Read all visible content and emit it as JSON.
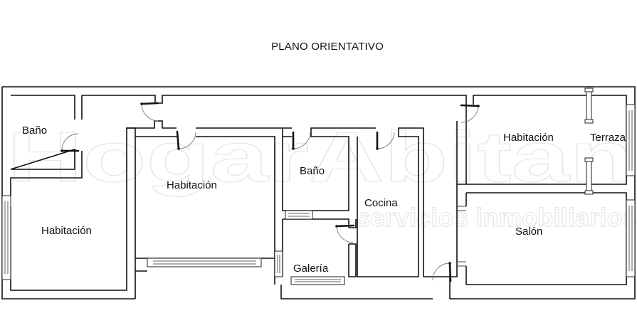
{
  "title": "PLANO ORIENTATIVO",
  "watermark": {
    "brand": "HogarAbitan",
    "tagline": "servicios inmobiliarios"
  },
  "rooms": [
    {
      "id": "bano-1",
      "label": "Baño"
    },
    {
      "id": "habitacion-1",
      "label": "Habitación"
    },
    {
      "id": "habitacion-2",
      "label": "Habitación"
    },
    {
      "id": "bano-2",
      "label": "Baño"
    },
    {
      "id": "cocina",
      "label": "Cocina"
    },
    {
      "id": "galeria",
      "label": "Galería"
    },
    {
      "id": "habitacion-3",
      "label": "Habitación"
    },
    {
      "id": "terraza",
      "label": "Terraza"
    },
    {
      "id": "salon",
      "label": "Salón"
    }
  ]
}
